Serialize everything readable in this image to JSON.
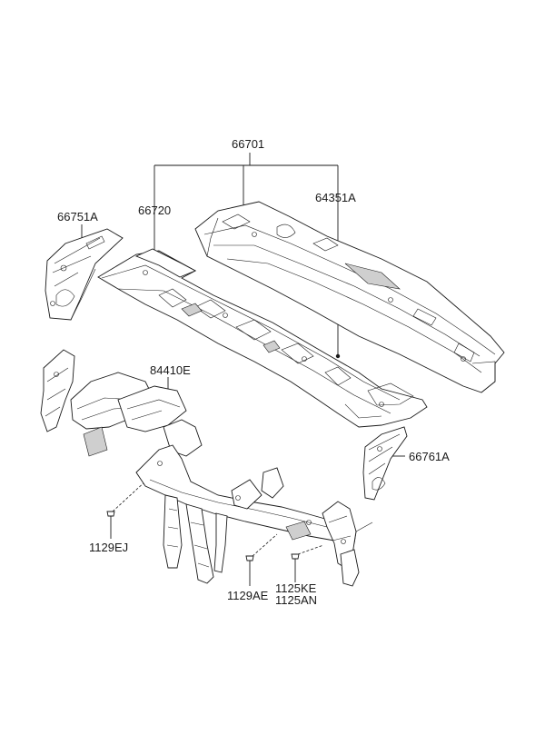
{
  "labels": {
    "p66701": "66701",
    "p66720": "66720",
    "p64351A": "64351A",
    "p66751A": "66751A",
    "p84410E": "84410E",
    "p66761A": "66761A",
    "p1129EJ": "1129EJ",
    "p1129AE": "1129AE",
    "p1125KE": "1125KE",
    "p1125AN": "1125AN"
  }
}
